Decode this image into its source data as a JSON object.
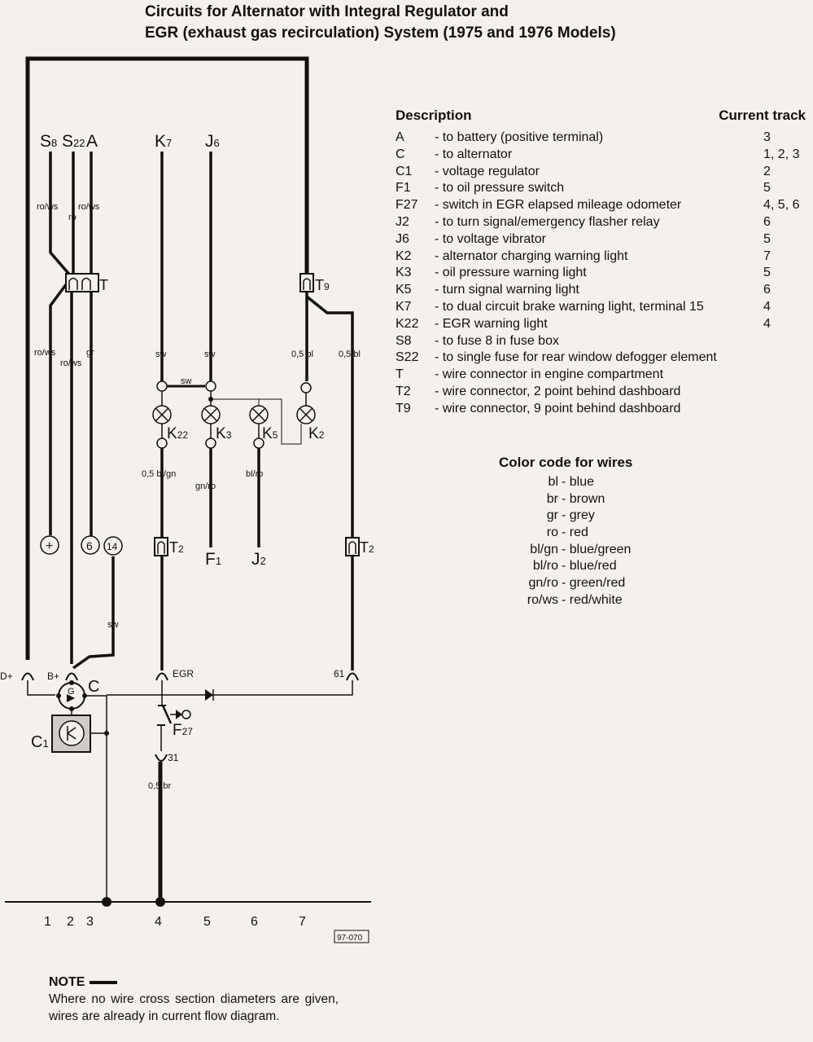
{
  "title": {
    "line1": "Circuits for Alternator with Integral Regulator and",
    "line2": "EGR (exhaust gas recirculation) System (1975 and 1976 Models)"
  },
  "description": {
    "header_left": "Description",
    "header_right": "Current track",
    "rows": [
      {
        "code": "A",
        "text": "- to battery (positive terminal)",
        "track": "3"
      },
      {
        "code": "C",
        "text": "- to alternator",
        "track": "1, 2, 3"
      },
      {
        "code": "C1",
        "text": "- voltage regulator",
        "track": "2"
      },
      {
        "code": "F1",
        "text": "- to oil pressure switch",
        "track": "5"
      },
      {
        "code": "F27",
        "text": "- switch in EGR elapsed mileage odometer",
        "track": "4, 5, 6"
      },
      {
        "code": "J2",
        "text": "- to turn signal/emergency flasher relay",
        "track": "6"
      },
      {
        "code": "J6",
        "text": "- to voltage vibrator",
        "track": "5"
      },
      {
        "code": "K2",
        "text": "- alternator charging warning light",
        "track": "7"
      },
      {
        "code": "K3",
        "text": "- oil pressure warning light",
        "track": "5"
      },
      {
        "code": "K5",
        "text": "- turn signal warning light",
        "track": "6"
      },
      {
        "code": "K7",
        "text": "- to dual circuit brake warning light, terminal 15",
        "track": "4"
      },
      {
        "code": "K22",
        "text": "- EGR warning light",
        "track": "4"
      },
      {
        "code": "S8",
        "text": "- to fuse 8 in fuse box",
        "track": ""
      },
      {
        "code": "S22",
        "text": "- to single fuse for rear window defogger element",
        "track": ""
      },
      {
        "code": "T",
        "text": "- wire connector in engine compartment",
        "track": ""
      },
      {
        "code": "T2",
        "text": "- wire connector, 2 point behind dashboard",
        "track": ""
      },
      {
        "code": "T9",
        "text": "- wire connector, 9 point behind dashboard",
        "track": ""
      }
    ]
  },
  "color_code": {
    "title": "Color code for wires",
    "rows": [
      {
        "abbr": "bl",
        "name": "- blue"
      },
      {
        "abbr": "br",
        "name": "- brown"
      },
      {
        "abbr": "gr",
        "name": "- grey"
      },
      {
        "abbr": "ro",
        "name": "- red"
      },
      {
        "abbr": "bl/gn",
        "name": "- blue/green"
      },
      {
        "abbr": "bl/ro",
        "name": "- blue/red"
      },
      {
        "abbr": "gn/ro",
        "name": "- green/red"
      },
      {
        "abbr": "ro/ws",
        "name": "- red/white"
      }
    ]
  },
  "note": {
    "title": "NOTE",
    "text": "Where no wire cross section diameters are given, wires are already in current flow diagram."
  },
  "diagram": {
    "top_labels": {
      "S8": {
        "main": "S",
        "sub": "8"
      },
      "S22": {
        "main": "S",
        "sub": "22"
      },
      "A": {
        "main": "A",
        "sub": ""
      },
      "K7": {
        "main": "K",
        "sub": "7"
      },
      "J6": {
        "main": "J",
        "sub": "6"
      }
    },
    "bottom_labels": {
      "F1": {
        "main": "F",
        "sub": "1"
      },
      "J2": {
        "main": "J",
        "sub": "2"
      }
    },
    "component_labels": {
      "T": "T",
      "T9": {
        "main": "T",
        "sub": "9"
      },
      "T2_left": {
        "main": "T",
        "sub": "2"
      },
      "T2_right": {
        "main": "T",
        "sub": "2"
      },
      "K22": {
        "main": "K",
        "sub": "22"
      },
      "K3": {
        "main": "K",
        "sub": "3"
      },
      "K5": {
        "main": "K",
        "sub": "5"
      },
      "K2": {
        "main": "K",
        "sub": "2"
      },
      "C": "C",
      "C1": {
        "main": "C",
        "sub": "1"
      },
      "F27": {
        "main": "F",
        "sub": "27"
      }
    },
    "terminal_labels": {
      "plus": "+",
      "t6": "6",
      "t14": "14",
      "D_plus": "D+",
      "B_plus": "B+",
      "EGR": "EGR",
      "t61": "61",
      "t31": "31",
      "G": "G"
    },
    "wire_labels": {
      "ro_ws_1": "ro/ws",
      "ro": "ro",
      "ro_ws_2": "ro/ws",
      "ro_ws_3": "ro/ws",
      "ro_ws_4": "ro/ws",
      "gr": "gr",
      "sw_k7": "sw",
      "sw_j6": "sw",
      "sw_bridge": "sw",
      "bl_05_a": "0,5 bl",
      "bl_05_b": "0,5 bl",
      "bl_gn_05": "0,5 bl/gn",
      "gn_ro": "gn/ro",
      "bl_ro": "bl/ro",
      "sw_14": "sw",
      "br_05": "0,5 br"
    },
    "tracks": [
      "1",
      "2",
      "3",
      "4",
      "5",
      "6",
      "7"
    ],
    "figure_code": "97-070"
  }
}
